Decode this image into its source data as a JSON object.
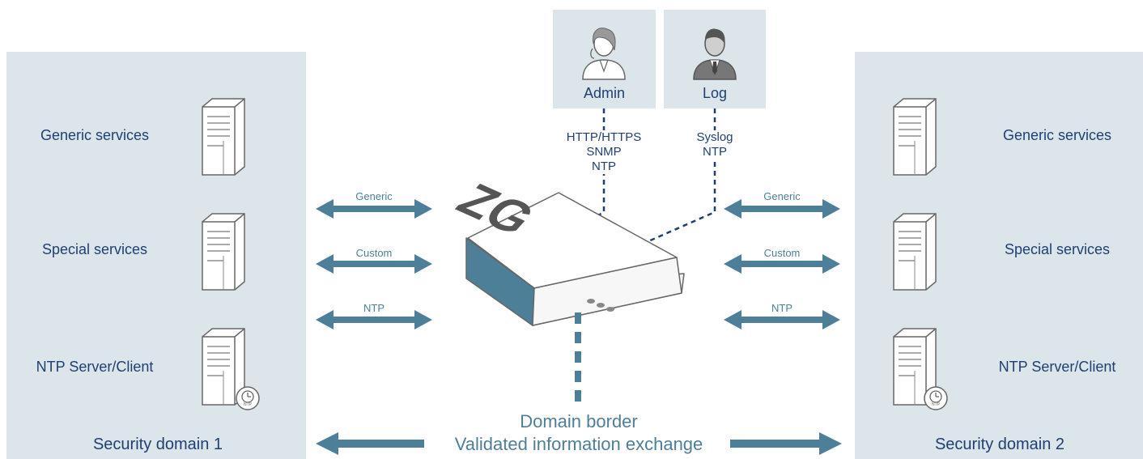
{
  "domain_left": {
    "title": "Security domain 1",
    "services": [
      "Generic services",
      "Special services",
      "NTP Server/Client"
    ]
  },
  "domain_right": {
    "title": "Security domain 2",
    "services": [
      "Generic services",
      "Special services",
      "NTP Server/Client"
    ]
  },
  "admin": {
    "label": "Admin",
    "protocols": [
      "HTTP/HTTPS",
      "SNMP",
      "NTP"
    ]
  },
  "log": {
    "label": "Log",
    "protocols": [
      "Syslog",
      "NTP"
    ]
  },
  "gateway": {
    "logo": "ZG"
  },
  "flows": {
    "generic": "Generic",
    "custom": "Custom",
    "ntp": "NTP"
  },
  "clock_badge": "NTP",
  "border": {
    "line1": "Domain border",
    "line2": "Validated information exchange"
  },
  "colors": {
    "panel": "#dce6ea",
    "arrow": "#4e7f99",
    "text": "#1f3f73"
  }
}
